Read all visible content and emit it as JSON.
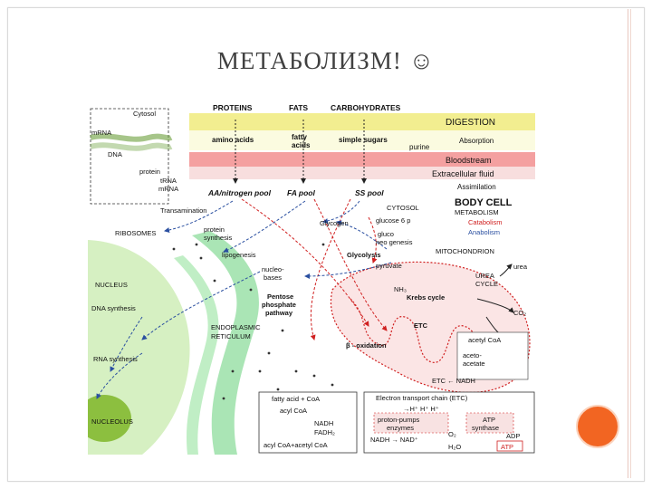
{
  "slide": {
    "title": "МЕТАБОЛИЗМ! ☺"
  },
  "diagram": {
    "top_sources": [
      "PROTEINS",
      "FATS",
      "CARBOHYDRATES"
    ],
    "bands": {
      "digestion": "DIGESTION",
      "absorption": "Absorption",
      "bloodstream": "Bloodstream",
      "extracellular": "Extracellular fluid",
      "assimilation": "Assimilation"
    },
    "monomers": {
      "amino_acids": "amino acids",
      "fatty_acids_1": "fatty",
      "fatty_acids_2": "acids",
      "simple_sugars": "simple sugars",
      "purine": "purine"
    },
    "pools": {
      "aa": "AA/nitrogen pool",
      "fa": "FA pool",
      "ss": "SS pool"
    },
    "left": {
      "cytosol": "Cytosol",
      "mrna": "mRNA",
      "dna": "DNA",
      "protein": "protein",
      "trna": "tRNA",
      "mrna2": "mRNA",
      "transamination": "Transamination",
      "ribosomes": "RIBOSOMES",
      "protein_synthesis_1": "protein",
      "protein_synthesis_2": "synthesis",
      "lipogenesis": "lipogenesis",
      "nucleus": "NUCLEUS",
      "dna_synthesis": "DNA synthesis",
      "rna_synthesis": "RNA synthesis",
      "nucleolus": "NUCLEOLUS",
      "er_1": "ENDOPLASMIC",
      "er_2": "RETICULUM"
    },
    "right": {
      "body_cell": "BODY CELL",
      "cytosol": "CYTOSOL",
      "metabolism": "METABOLISM",
      "catabolism": "Catabolism",
      "anabolism": "Anabolism",
      "glycogen": "Glycogen",
      "glucose6p": "glucose 6 p",
      "gluconeo_1": "gluco",
      "gluconeo_2": "neo genesis",
      "glycolysis": "Glycolysis",
      "mitochondrion": "MITOCHONDRION",
      "pyruvate": "pyruvate",
      "nucleobases_1": "nucleo-",
      "nucleobases_2": "bases",
      "pentose_1": "Pentose",
      "pentose_2": "phosphate",
      "pentose_3": "pathway",
      "urea": "urea",
      "urea_cycle_1": "UREA",
      "urea_cycle_2": "CYCLE",
      "nh3": "NH₃",
      "krebs": "Krebs cycle",
      "co2": "CO₂",
      "etc": "ETC",
      "beta_ox": "β - oxidation",
      "acetyl_coa": "acetyl CoA",
      "ketone_1": "aceto-",
      "ketone_2": "acetate",
      "etc_nadh": "ETC ← NADH"
    },
    "bottom": {
      "fa_coa": "fatty acid + CoA",
      "acyl_coa": "acyl CoA",
      "nadh": "NADH",
      "fadh2": "FADH₂",
      "acyl_acetyl": "acyl CoA+acetyl CoA",
      "etc_title": "Electron transport chain (ETC)",
      "hplus": "→H⁺ H⁺ H⁺",
      "proton_pumps": "proton-pumps",
      "enzymes": "enzymes",
      "nadh_nad": "NADH → NAD⁺",
      "o2": "O₂",
      "h2o": "H₂O",
      "atp_synthase_1": "ATP",
      "atp_synthase_2": "synthase",
      "adp": "ADP",
      "atp": "ATP"
    }
  }
}
